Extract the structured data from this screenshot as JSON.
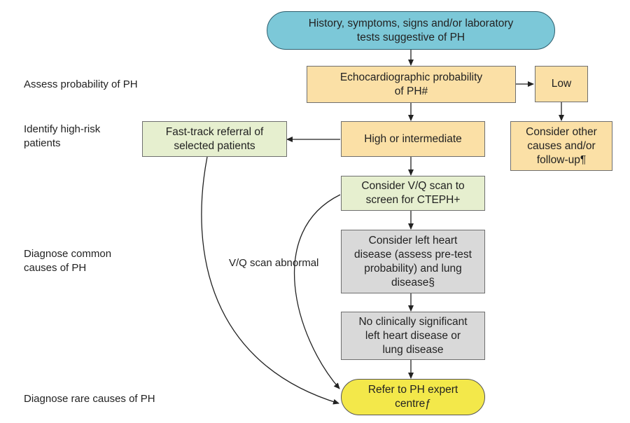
{
  "row_labels": {
    "assess": "Assess probability of PH",
    "identify": "Identify high-risk\npatients",
    "diagnose_common": "Diagnose common\ncauses of PH",
    "diagnose_rare": "Diagnose rare causes of PH"
  },
  "nodes": {
    "start": "History, symptoms, signs and/or laboratory\ntests suggestive of PH",
    "echo": "Echocardiographic probability\nof PH#",
    "low": "Low",
    "other_causes": "Consider other\ncauses and/or\nfollow-up¶",
    "high_intermediate": "High or intermediate",
    "fast_track": "Fast-track referral of\nselected patients",
    "vq_scan": "Consider V/Q scan to\nscreen for CTEPH+",
    "left_heart": "Consider left heart\ndisease (assess pre-test\nprobability) and lung\ndisease§",
    "no_significant": "No clinically significant\nleft heart disease or\nlung disease",
    "refer": "Refer to PH expert\ncentreƒ"
  },
  "edge_labels": {
    "vq_abnormal": "V/Q scan abnormal"
  },
  "colors": {
    "start_fill": "#7cc8d8",
    "orange_fill": "#fbe0a6",
    "green_fill": "#e6efcf",
    "gray_fill": "#d9d9d9",
    "refer_fill": "#f3e84a"
  }
}
